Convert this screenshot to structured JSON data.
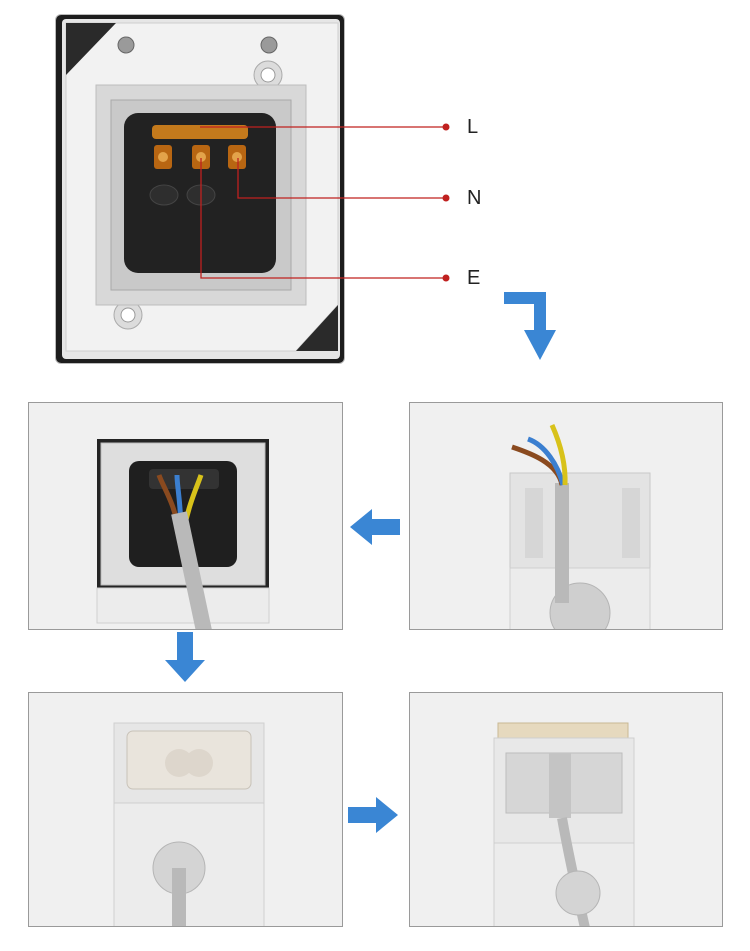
{
  "wiring_labels": {
    "live": "L",
    "neutral": "N",
    "earth": "E"
  },
  "colors": {
    "arrow_blue": "#3a86d4",
    "leader_line_red": "#c0211f",
    "wire_brown": "#8a4a1f",
    "wire_blue": "#3b7fd0",
    "wire_yellow": "#d8c21a",
    "cable_grey": "#b9b9b9",
    "brass_terminal": "#c47a1c"
  },
  "steps": [
    {
      "panel": "socket-terminals-closeup"
    },
    {
      "panel": "wires-through-box"
    },
    {
      "panel": "wires-connected-to-terminals"
    },
    {
      "panel": "assembled-box-cover-closed"
    },
    {
      "panel": "plug-inserted-cover-open"
    }
  ]
}
